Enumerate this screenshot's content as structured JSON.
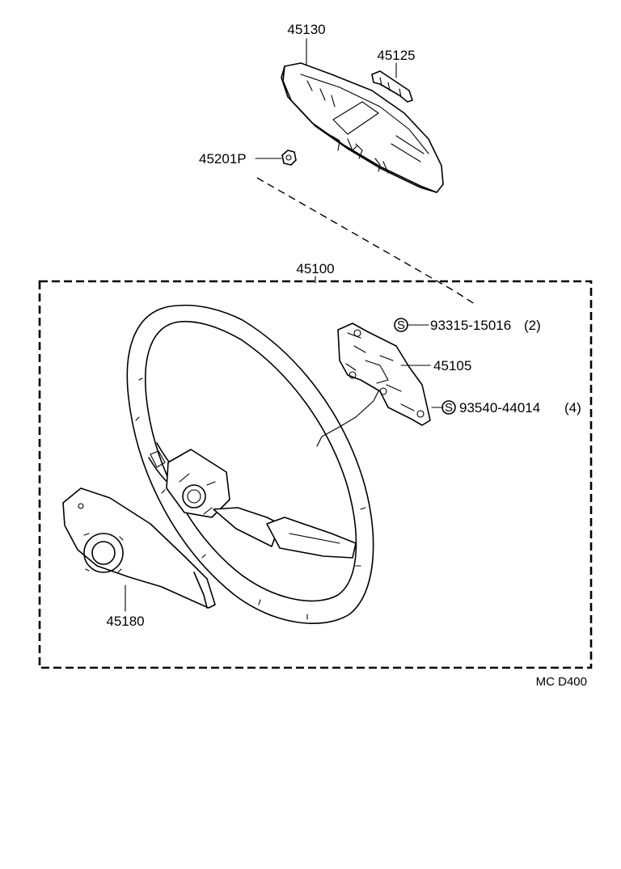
{
  "diagram": {
    "parts": {
      "pad_cover": "45130",
      "clip": "45125",
      "nut": "45201P",
      "wheel_assembly": "45100",
      "bracket": "45105",
      "screw_1": "93315-15016",
      "screw_1_qty": "(2)",
      "screw_2": "93540-44014",
      "screw_2_qty": "(4)",
      "lower_cover": "45180"
    },
    "std_part_symbol": "S",
    "figure_code": "MC D400"
  }
}
